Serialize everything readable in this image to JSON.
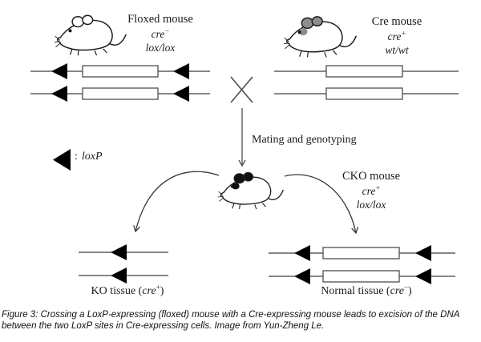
{
  "colors": {
    "ink": "#1a1a1a",
    "cross_gray": "#4d4d4d",
    "arrow_dark": "#3a3a3a",
    "triangle": "#000000",
    "box_stroke": "#5a5a5a",
    "floxed_ear": "#ffffff",
    "cre_ear": "#8f8f8f",
    "cre_patch": "#8f8f8f",
    "cko_ear": "#101010",
    "cko_patch": "#101010"
  },
  "floxed": {
    "title": "Floxed mouse",
    "cre_gene": "cre",
    "cre_sign": "−",
    "lox_genotype": "lox/lox"
  },
  "cre": {
    "title": "Cre mouse",
    "cre_gene": "cre",
    "cre_sign": "+",
    "wt_genotype": "wt/wt"
  },
  "cko": {
    "title": "CKO mouse",
    "cre_gene": "cre",
    "cre_sign": "+",
    "lox_genotype": "lox/lox"
  },
  "legend": {
    "colon": ":",
    "label": "loxP"
  },
  "process": {
    "mating_label": "Mating and genotyping"
  },
  "ko_tissue": {
    "prefix": "KO tissue (",
    "gene": "cre",
    "sign": "+",
    "suffix": ")"
  },
  "normal_tissue": {
    "prefix": "Normal tissue (",
    "gene": "cre",
    "sign": "−",
    "suffix": ")"
  },
  "caption": {
    "line1": "Figure 3: Crossing a LoxP-expressing (floxed) mouse with a Cre-expressing mouse leads to excision of the DNA",
    "line2": "between the two LoxP sites in Cre-expressing cells. Image from Yun-Zheng Le."
  }
}
